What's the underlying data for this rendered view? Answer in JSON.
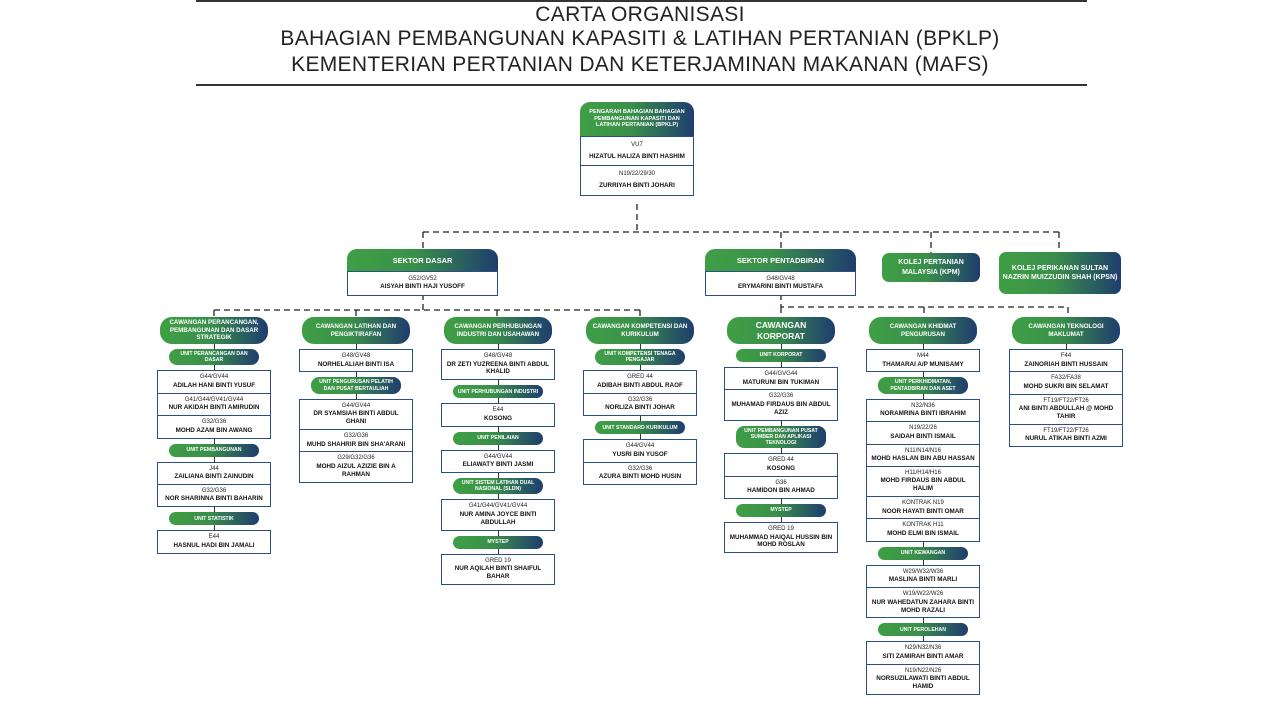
{
  "title": {
    "line1": "CARTA ORGANISASI",
    "line2": "BAHAGIAN PEMBANGUNAN KAPASITI & LATIHAN PERTANIAN (BPKLP)",
    "line3": "KEMENTERIAN PERTANIAN DAN KETERJAMINAN MAKANAN (MAFS)"
  },
  "director": {
    "title": "PENGARAH BAHAGIAN BAHAGIAN PEMBANGUNAN KAPASITI DAN LATIHAN PERTANIAN (BPKLP)",
    "cells": [
      {
        "grade": "VU7",
        "name": "HIZATUL HALIZA BINTI HASHIM"
      },
      {
        "grade": "N19/22/29/30",
        "name": "ZURRIYAH BINTI JOHARI"
      }
    ]
  },
  "sectors": [
    {
      "title": "SEKTOR DASAR",
      "grade": "G52/GV52",
      "name": "AISYAH BINTI HAJI YUSOFF"
    },
    {
      "title": "SEKTOR PENTADBIRAN",
      "grade": "G48/GV48",
      "name": "ERYMARINI BINTI MUSTAFA"
    }
  ],
  "colleges": [
    "KOLEJ PERTANIAN MALAYSIA (KPM)",
    "KOLEJ PERIKANAN SULTAN NAZRIN MUIZZUDIN SHAH (KPSN)"
  ],
  "colors": {
    "green": "#3f9f45",
    "navy": "#1f3d6e",
    "border": "#2a4f86"
  },
  "columns": [
    {
      "blocks": [
        {
          "type": "head",
          "text": "CAWANGAN PERANCANGAN, PEMBANGUNAN DAN DASAR STRATEGIK"
        },
        {
          "type": "unit",
          "text": "UNIT PERANCANGAN DAN DASAR"
        },
        {
          "type": "box",
          "cells": [
            {
              "grade": "G44/GV44",
              "name": "ADILAH HANI BINTI YUSUF"
            },
            {
              "grade": "G41/G44/GV41/GV44",
              "name": "NUR AKIDAH BINTI AMIRUDIN"
            },
            {
              "grade": "G32/G36",
              "name": "MOHD AZAM BIN AWANG"
            }
          ]
        },
        {
          "type": "unit",
          "text": "UNIT PEMBANGUNAN"
        },
        {
          "type": "box",
          "cells": [
            {
              "grade": "J44",
              "name": "ZAILIANA BINTI ZAINUDIN"
            },
            {
              "grade": "G32/G36",
              "name": "NOR SHARINNA BINTI BAHARIN"
            }
          ]
        },
        {
          "type": "unit",
          "text": "UNIT STATISTIK"
        },
        {
          "type": "box",
          "cells": [
            {
              "grade": "E44",
              "name": "HASNUL HADI BIN JAMALI"
            }
          ]
        }
      ]
    },
    {
      "blocks": [
        {
          "type": "head",
          "text": "CAWANGAN LATIHAN DAN PENGIKTIRAFAN"
        },
        {
          "type": "box",
          "cells": [
            {
              "grade": "G48/GV48",
              "name": "NORHELALIAH BINTI ISA"
            }
          ]
        },
        {
          "type": "unit",
          "text": "UNIT PENGURUSAN PELATIH DAN PUSAT BERTAULIAH"
        },
        {
          "type": "box",
          "cells": [
            {
              "grade": "G44/GV44",
              "name": "DR SYAMSIAH BINTI ABDUL GHANI"
            },
            {
              "grade": "G32/G36",
              "name": "MUHD SHAHRIR BIN SHA'ARANI"
            },
            {
              "grade": "G29/G32/G36",
              "name": "MOHD AIZUL AZIZIE BIN A RAHMAN"
            }
          ]
        }
      ]
    },
    {
      "blocks": [
        {
          "type": "head",
          "text": "CAWANGAN PERHUBUNGAN INDUSTRI DAN USAHAWAN"
        },
        {
          "type": "box",
          "cells": [
            {
              "grade": "G48/GV48",
              "name": "DR ZETI YUZREENA BINTI ABDUL KHALID"
            }
          ]
        },
        {
          "type": "unit",
          "text": "UNIT PERHUBUNGAN INDUSTRI"
        },
        {
          "type": "box",
          "cells": [
            {
              "grade": "E44",
              "name": "KOSONG"
            }
          ]
        },
        {
          "type": "unit",
          "text": "UNIT PENILAIAN"
        },
        {
          "type": "box",
          "cells": [
            {
              "grade": "G44/GV44",
              "name": "ELIAWATY BINTI JASMI"
            }
          ]
        },
        {
          "type": "unit",
          "text": "UNIT SISTEM LATIHAN DUAL NASIONAL (SLDN)"
        },
        {
          "type": "box",
          "cells": [
            {
              "grade": "G41/G44/GV41/GV44",
              "name": "NUR AMINA JOYCE BINTI ABDULLAH"
            }
          ]
        },
        {
          "type": "unit",
          "text": "MYSTEP"
        },
        {
          "type": "box",
          "cells": [
            {
              "grade": "GRED 19",
              "name": "NUR AQILAH BINTI SHAIFUL BAHAR"
            }
          ]
        }
      ]
    },
    {
      "blocks": [
        {
          "type": "head",
          "text": "CAWANGAN KOMPETENSI DAN KURIKULUM"
        },
        {
          "type": "unit",
          "text": "UNIT KOMPETENSI TENAGA PENGAJAR"
        },
        {
          "type": "box",
          "cells": [
            {
              "grade": "GRED 44",
              "name": "ADIBAH BINTI ABDUL RAOF"
            },
            {
              "grade": "G32/G36",
              "name": "NORLIZA BINTI JOHAR"
            }
          ]
        },
        {
          "type": "unit",
          "text": "UNIT STANDARD KURIKULUM"
        },
        {
          "type": "box",
          "cells": [
            {
              "grade": "G44/GV44",
              "name": "YUSRI BIN YUSOF"
            },
            {
              "grade": "G32/G36",
              "name": "AZURA BINTI MOHD HUSIN"
            }
          ]
        }
      ]
    },
    {
      "blocks": [
        {
          "type": "head",
          "text": "CAWANGAN KORPORAT",
          "big": true
        },
        {
          "type": "unit",
          "text": "UNIT KORPORAT"
        },
        {
          "type": "box",
          "cells": [
            {
              "grade": "G44/GVG44",
              "name": "MATURUNI BIN TUKIMAN"
            },
            {
              "grade": "G32/G36",
              "name": "MUHAMAD FIRDAUS BIN ABDUL AZIZ"
            }
          ]
        },
        {
          "type": "unit",
          "text": "UNIT PEMBANGUNAN PUSAT SUMBER DAN APLIKASI TEKNOLOGI"
        },
        {
          "type": "box",
          "cells": [
            {
              "grade": "GRED 44",
              "name": "KOSONG"
            },
            {
              "grade": "G36",
              "name": "HAMIDON BIN AHMAD"
            }
          ]
        },
        {
          "type": "unit",
          "text": "MYSTEP"
        },
        {
          "type": "box",
          "cells": [
            {
              "grade": "GRED 19",
              "name": "MUHAMMAD HAIQAL HUSSIN BIN MOHD ROSLAN"
            }
          ]
        }
      ]
    },
    {
      "blocks": [
        {
          "type": "head",
          "text": "CAWANGAN KHIDMAT PENGURUSAN"
        },
        {
          "type": "box",
          "cells": [
            {
              "grade": "M44",
              "name": "THAMARAI A/P MUNISAMY"
            }
          ]
        },
        {
          "type": "unit",
          "text": "UNIT PERKHIDMATAN, PENTADBIRAN DAN ASET"
        },
        {
          "type": "box",
          "cells": [
            {
              "grade": "N32/N36",
              "name": "NORAMRINA BINTI IBRAHIM"
            },
            {
              "grade": "N19/22/26",
              "name": "SAIDAH BINTI ISMAIL"
            },
            {
              "grade": "N11/N14/N16",
              "name": "MOHD HASLAN BIN ABU HASSAN"
            },
            {
              "grade": "H11/H14/H16",
              "name": "MOHD FIRDAUS BIN ABDUL HALIM"
            },
            {
              "grade": "KONTRAK N19",
              "name": "NOOR HAYATI BINTI OMAR"
            },
            {
              "grade": "KONTRAK H11",
              "name": "MOHD ELMI BIN ISMAIL"
            }
          ]
        },
        {
          "type": "unit",
          "text": "UNIT KEWANGAN"
        },
        {
          "type": "box",
          "cells": [
            {
              "grade": "W29/W32/W36",
              "name": "MASLINA BINTI MARLI"
            },
            {
              "grade": "W19/W22/W26",
              "name": "NUR WAHEDATUN ZAHARA BINTI MOHD RAZALI"
            }
          ]
        },
        {
          "type": "unit",
          "text": "UNIT PEROLEHAN"
        },
        {
          "type": "box",
          "cells": [
            {
              "grade": "N29/N32/N36",
              "name": "SITI ZAMIRAH BINTI AMAR"
            },
            {
              "grade": "N19/N22/N26",
              "name": "NORSUZILAWATI BINTI ABDUL HAMID"
            }
          ]
        }
      ]
    },
    {
      "blocks": [
        {
          "type": "head",
          "text": "CAWANGAN TEKNOLOGI MAKLUMAT"
        },
        {
          "type": "box",
          "cells": [
            {
              "grade": "F44",
              "name": "ZAINORIAH BINTI HUSSAIN"
            },
            {
              "grade": "FA32/FA38",
              "name": "MOHD SUKRI BIN SELAMAT"
            },
            {
              "grade": "FT19/FT22/FT26",
              "name": "ANI BINTI ABDULLAH @ MOHD TAHIR"
            },
            {
              "grade": "FT19/FT22/FT26",
              "name": "NURUL ATIKAH BINTI AZMI"
            }
          ]
        }
      ]
    }
  ]
}
